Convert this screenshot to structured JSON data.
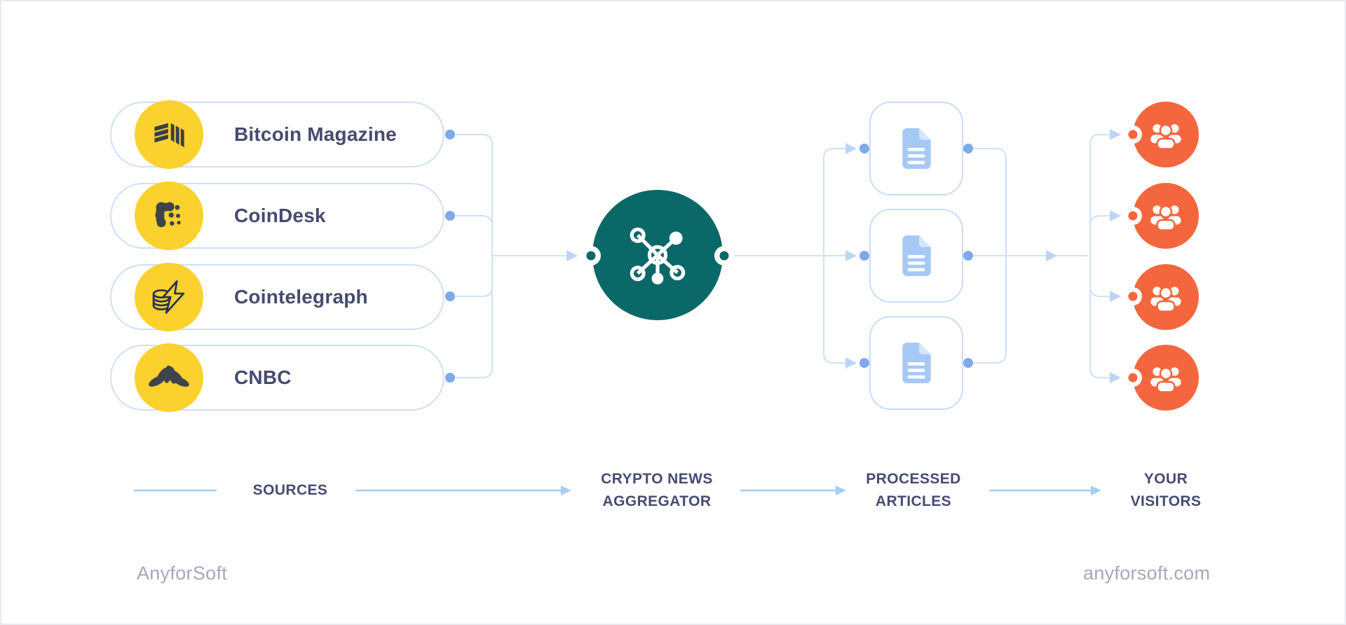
{
  "diagram": {
    "title_implicit": "Crypto news aggregation flow",
    "colors": {
      "source_badge_yellow": "#fbd12e",
      "hub_teal": "#0b6868",
      "visitor_orange": "#f4673e",
      "connector_blue": "#cfe0f7",
      "connector_dot_blue": "#7fa9e8",
      "flow_arrow_blue": "#a8cdf2",
      "text_navy": "#474c70",
      "footer_gray": "#a9a6bb",
      "doc_icon_blue": "#a6c8f5"
    },
    "sources": {
      "items": [
        {
          "label": "Bitcoin Magazine",
          "icon": "bitcoin-magazine-icon"
        },
        {
          "label": "CoinDesk",
          "icon": "coindesk-icon"
        },
        {
          "label": "Cointelegraph",
          "icon": "cointelegraph-icon"
        },
        {
          "label": "CNBC",
          "icon": "cnbc-peacock-icon"
        }
      ]
    },
    "hub": {
      "icon": "network-hub-icon"
    },
    "articles": {
      "count": 3,
      "icon": "document-icon"
    },
    "visitors": {
      "count": 4,
      "icon": "people-group-icon"
    },
    "stages": {
      "sources": "SOURCES",
      "aggregator": "CRYPTO NEWS\nAGGREGATOR",
      "articles": "PROCESSED\nARTICLES",
      "visitors": "YOUR\nVISITORS"
    },
    "footer": {
      "brand": "AnyforSoft",
      "website": "anyforsoft.com"
    }
  }
}
